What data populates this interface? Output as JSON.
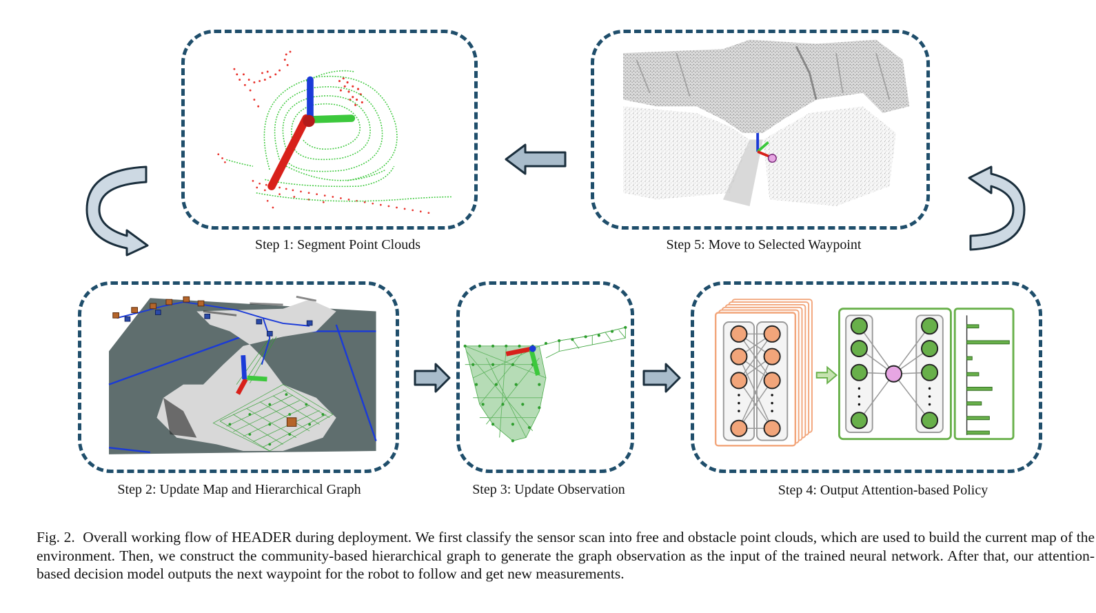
{
  "steps": {
    "step1": "Step 1: Segment Point Clouds",
    "step2": "Step 2: Update Map and Hierarchical Graph",
    "step3": "Step 3: Update Observation",
    "step4": "Step 4: Output Attention-based Policy",
    "step5": "Step 5: Move to Selected Waypoint"
  },
  "caption": {
    "label": "Fig. 2.",
    "text": "Overall working flow of HEADER during deployment. We first classify the sensor scan into free and obstacle point clouds, which are used to build the current map of the environment. Then, we construct the community-based hierarchical graph to generate the graph observation as the input of the trained neural network. After that, our attention-based decision model outputs the next waypoint for the robot to follow and get new measurements."
  },
  "colors": {
    "panel_border": "#1f4e6b",
    "arrow_fill": "#a9bccb",
    "arrow_stroke": "#1a2e3c",
    "obstacle": "#e8302a",
    "free": "#3cc83c",
    "graph": "#2e9e2e",
    "map_bg": "#5f6e6e",
    "encoder": "#f2a57a",
    "decoder": "#68b04a",
    "attention_node": "#e7a6e3"
  },
  "icons": [
    "curved-arrow-left",
    "curved-arrow-right",
    "block-arrow-left",
    "block-arrow-right"
  ]
}
